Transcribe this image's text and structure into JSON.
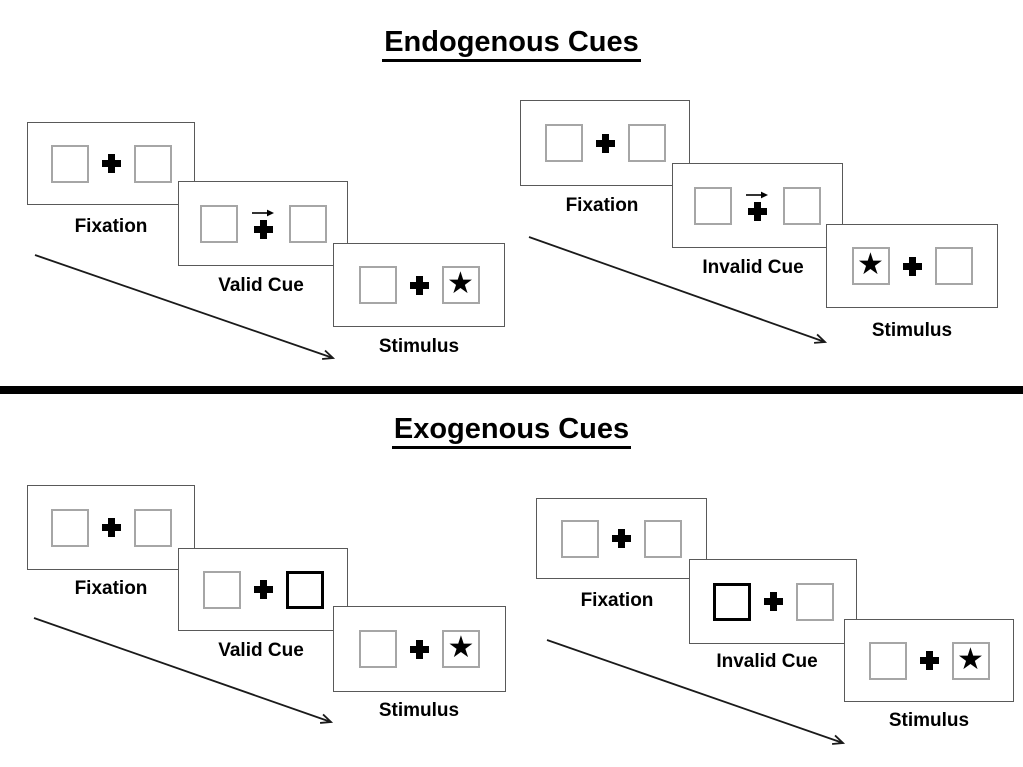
{
  "figure": {
    "background": "#ffffff",
    "colors": {
      "panel_border": "#595959",
      "box_border": "#a6a6a6",
      "cue_box_border": "#000000",
      "ink": "#000000"
    },
    "icons": {
      "star": "★",
      "fixation_cross": "heavy-plus-cross",
      "cue_arrow": "right-arrow"
    },
    "sections": {
      "endogenous": {
        "title": "Endogenous Cues",
        "valid": {
          "fixation": "Fixation",
          "cue": "Valid Cue",
          "stimulus": "Stimulus",
          "cue_type": "central arrow pointing right",
          "stimulus_side": "right"
        },
        "invalid": {
          "fixation": "Fixation",
          "cue": "Invalid Cue",
          "stimulus": "Stimulus",
          "cue_type": "central arrow pointing right",
          "stimulus_side": "left"
        }
      },
      "exogenous": {
        "title": "Exogenous Cues",
        "valid": {
          "fixation": "Fixation",
          "cue": "Valid Cue",
          "stimulus": "Stimulus",
          "cue_type": "right box highlighted",
          "stimulus_side": "right"
        },
        "invalid": {
          "fixation": "Fixation",
          "cue": "Invalid Cue",
          "stimulus": "Stimulus",
          "cue_type": "left box highlighted",
          "stimulus_side": "right"
        }
      }
    }
  }
}
